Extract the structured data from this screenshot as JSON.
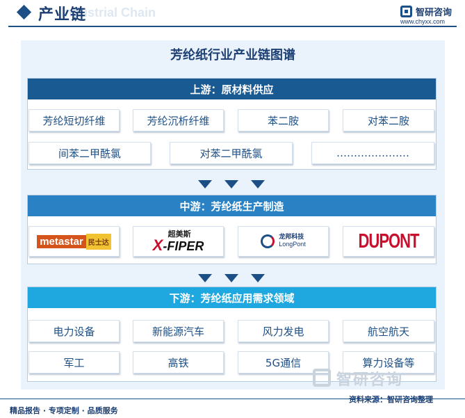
{
  "header": {
    "title": "产业链",
    "ghost": "Industrial Chain",
    "brand_name": "智研咨询",
    "brand_url": "www.chyxx.com"
  },
  "diagram": {
    "title": "芳纶纸行业产业链图谱",
    "upstream": {
      "title": "上游：原材料供应",
      "row1": [
        "芳纶短切纤维",
        "芳纶沉析纤维",
        "苯二胺",
        "对苯二胺"
      ],
      "row2": [
        "间苯二甲酰氯",
        "对苯二甲酰氯",
        "…………………"
      ]
    },
    "midstream": {
      "title": "中游：芳纶纸生产制造",
      "logos": {
        "metastar_en": "metastar",
        "metastar_cn": "民士达",
        "xfiper_cn": "超美斯",
        "xfiper_x": "X",
        "xfiper_en": "-FIPER",
        "longpont_cn": "龙邦科技",
        "longpont_en": "LongPont",
        "dupont": "DUPONT"
      }
    },
    "downstream": {
      "title": "下游：芳纶纸应用需求领域",
      "row1": [
        "电力设备",
        "新能源汽车",
        "风力发电",
        "航空航天"
      ],
      "row2": [
        "军工",
        "高铁",
        "5G通信",
        "算力设备等"
      ]
    }
  },
  "colors": {
    "upstream_head": "#1a5a93",
    "midstream_head": "#2a82c4",
    "downstream_head": "#1fa8e0"
  },
  "footer": {
    "left": "精品报告 · 专项定制 · 品质服务",
    "source": "资料来源：智研咨询整理",
    "watermark": "智研咨询"
  }
}
